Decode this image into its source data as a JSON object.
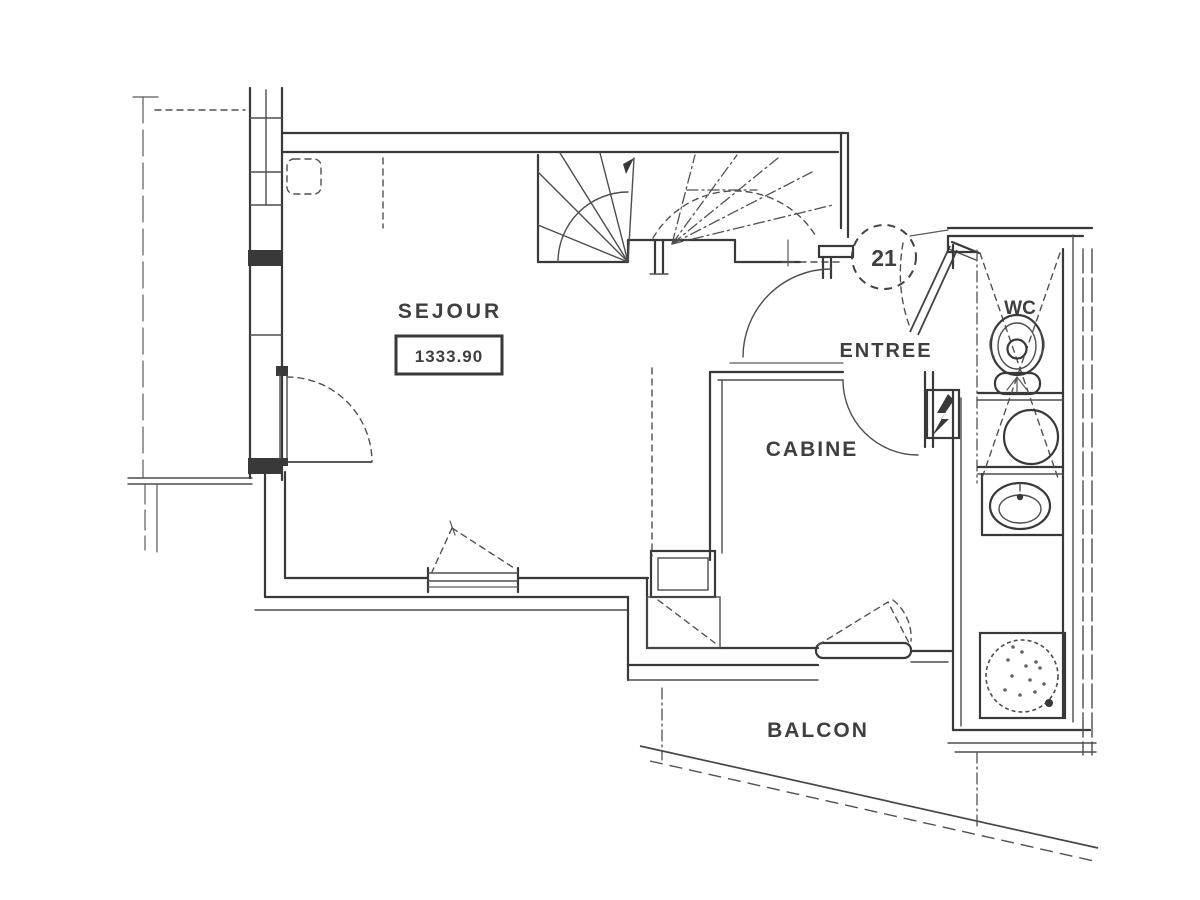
{
  "plan": {
    "unit_number": "21",
    "elevation_marker": "1333.90",
    "rooms": {
      "sejour": {
        "label": "SEJOUR"
      },
      "entree": {
        "label": "ENTREE"
      },
      "cabine": {
        "label": "CABINE"
      },
      "wc": {
        "label": "WC"
      },
      "balcon": {
        "label": "BALCON"
      }
    },
    "symbols": [
      "staircase",
      "toilet",
      "washbasin",
      "sink",
      "water-heater",
      "electrical-panel",
      "door-swing",
      "window"
    ]
  },
  "style": {
    "ink_color": "#242424",
    "paper_color": "#ffffff"
  }
}
